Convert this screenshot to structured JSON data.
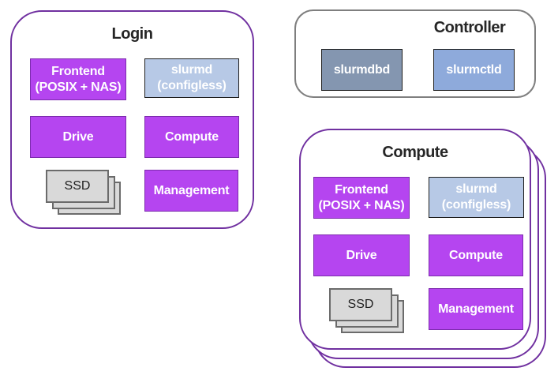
{
  "diagram": {
    "login": {
      "title": "Login",
      "frontend": {
        "line1": "Frontend",
        "line2": "(POSIX + NAS)"
      },
      "slurmd": {
        "line1": "slurmd",
        "line2": "(configless)"
      },
      "drive": "Drive",
      "compute": "Compute",
      "ssd": "SSD",
      "management": "Management"
    },
    "controller": {
      "title": "Controller",
      "slurmdbd": "slurmdbd",
      "slurmctld": "slurmctld"
    },
    "compute_node": {
      "title": "Compute",
      "frontend": {
        "line1": "Frontend",
        "line2": "(POSIX + NAS)"
      },
      "slurmd": {
        "line1": "slurmd",
        "line2": "(configless)"
      },
      "drive": "Drive",
      "compute": "Compute",
      "ssd": "SSD",
      "management": "Management"
    },
    "colors": {
      "purple_fill": "#b545f0",
      "purple_box_border": "#7c2bad",
      "purple_container_border": "#7030a0",
      "controller_border": "#7f7f7f",
      "slurmd_fill": "#b7c9e6",
      "slurmdbd_fill": "#8496b0",
      "slurmctld_fill": "#8eaadb",
      "component_border_dark": "#1f1f1f",
      "ssd_fill": "#d9d9d9",
      "ssd_border": "#6b6b6b",
      "title_color": "#262626",
      "label_color": "#ffffff"
    }
  }
}
